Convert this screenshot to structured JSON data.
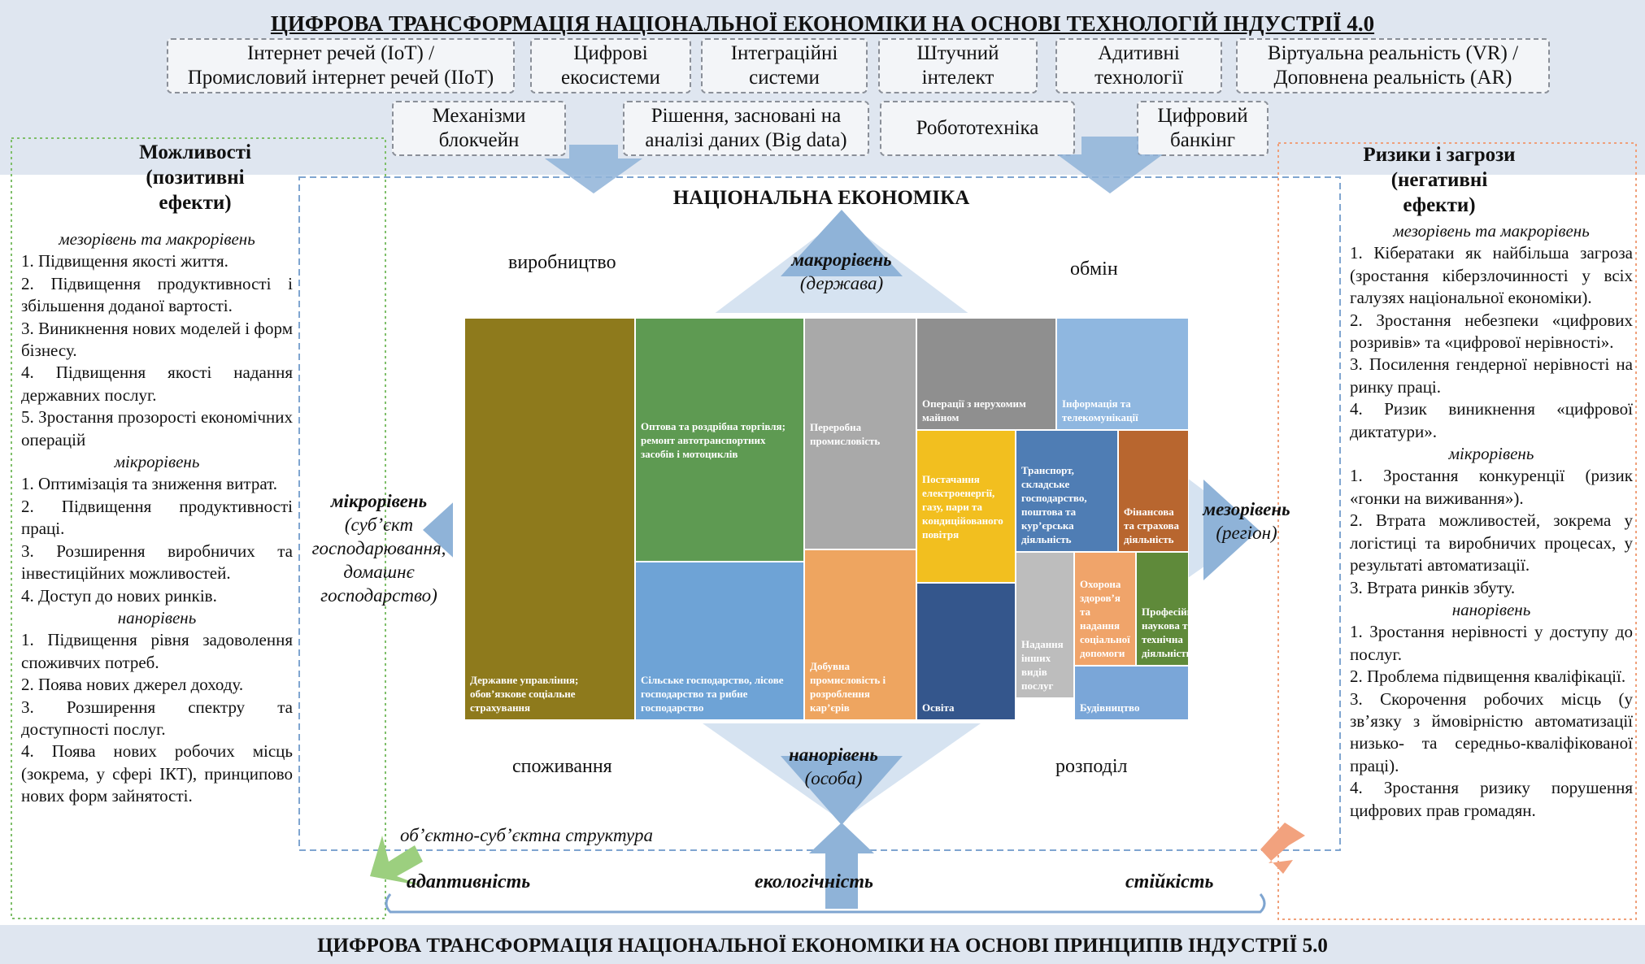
{
  "title_top": "ЦИФРОВА ТРАНСФОРМАЦІЯ НАЦІОНАЛЬНОЇ ЕКОНОМІКИ НА ОСНОВІ ТЕХНОЛОГІЙ ІНДУСТРІЇ 4.0",
  "title_bottom": "ЦИФРОВА ТРАНСФОРМАЦІЯ НАЦІОНАЛЬНОЇ ЕКОНОМІКИ НА ОСНОВІ ПРИНЦИПІВ ІНДУСТРІЇ 5.0",
  "technologies": {
    "iot": "Інтернет речей (IoT) /\nПромисловий інтернет речей (IIoT)",
    "ecosystems": "Цифрові\nекосистеми",
    "integration": "Інтеграційні\nсистеми",
    "ai": "Штучний\nінтелект",
    "additive": "Адитивні\nтехнології",
    "vr_ar": "Віртуальна реальність (VR) /\nДоповнена реальність (AR)",
    "blockchain": "Механізми\nблокчейн",
    "bigdata": "Рішення, засновані на\nаналізі даних (Big data)",
    "robotics": "Робототехніка",
    "banking": "Цифровий\nбанкінг"
  },
  "opportunities": {
    "title": "Можливості\n(позитивні\nефекти)",
    "level_meso_macro": "мезорівень та макрорівень",
    "meso_macro_items": [
      "1. Підвищення якості життя.",
      "2. Підвищення продуктивності і збільшення доданої вартості.",
      "3. Виникнення нових моделей і форм бізнесу.",
      "4. Підвищення якості надання державних послуг.",
      "5. Зростання прозорості економічних операцій"
    ],
    "level_micro": "мікрорівень",
    "micro_items": [
      "1. Оптимізація та зниження витрат.",
      "2. Підвищення продуктивності праці.",
      "3. Розширення виробничих та інвестиційних можливостей.",
      "4. Доступ до нових ринків."
    ],
    "level_nano": "нанорівень",
    "nano_items": [
      "1. Підвищення рівня задоволення споживчих потреб.",
      "2. Поява нових джерел доходу.",
      "3. Розширення спектру та доступності послуг.",
      "4. Поява нових робочих місць (зокрема, у сфері ІКТ), принципово нових форм зайнятості."
    ]
  },
  "risks": {
    "title": "Ризики і загрози\n(негативні\nефекти)",
    "level_meso_macro": "мезорівень та макрорівень",
    "meso_macro_items": [
      "1. Кібератаки як найбільша загроза (зростання кіберзлочинності у всіх галузях національної економіки).",
      "2. Зростання небезпеки «цифрових розривів» та «цифрової нерівності».",
      "3. Посилення гендерної нерівності на ринку праці.",
      "4. Ризик виникнення «цифрової диктатури»."
    ],
    "level_micro": "мікрорівень",
    "micro_items": [
      "1. Зростання конкуренції (ризик «гонки на виживання»).",
      "2. Втрата можливостей, зокрема у логістиці та виробничих процесах, у результаті автоматизації.",
      "3. Втрата ринків збуту."
    ],
    "level_nano": "нанорівень",
    "nano_items": [
      "1. Зростання нерівності у доступу до послуг.",
      "2. Проблема підвищення кваліфікації.",
      "3. Скорочення робочих місць (у зв’язку з ймовірністю автоматизації низько- та середньо-кваліфікованої праці).",
      "4. Зростання ризику порушення цифрових прав громадян."
    ]
  },
  "center": {
    "title": "НАЦІОНАЛЬНА ЕКОНОМІКА",
    "production": "виробництво",
    "exchange": "обмін",
    "consumption": "споживання",
    "distribution": "розподіл",
    "macro": "макрорівень",
    "macro_sub": "(держава)",
    "micro": "мікрорівень",
    "micro_sub": "(суб’єкт\nгосподарювання,\nдомашнє\nгосподарство)",
    "meso": "мезорівень",
    "meso_sub": "(регіон)",
    "nano": "нанорівень",
    "nano_sub": "(особа)",
    "structure": "об’єктно-суб’єктна структура"
  },
  "treemap": [
    {
      "label": "Державне управління; обов’язкове соціальне страхування",
      "color": "#8e7a1c"
    },
    {
      "label": "Оптова та роздрібна торгівля; ремонт автотранспортних засобів і мотоциклів",
      "color": "#5e9a52"
    },
    {
      "label": "Сільське господарство, лісове господарство та рибне господарство",
      "color": "#6ea3d6"
    },
    {
      "label": "Переробна промисловість",
      "color": "#a9a9a9"
    },
    {
      "label": "Добувна промисловість і розроблення кар’єрів",
      "color": "#eea560"
    },
    {
      "label": "Операції з нерухомим майном",
      "color": "#8f8f8f"
    },
    {
      "label": "Інформація та телекомунікації",
      "color": "#8fb7e0"
    },
    {
      "label": "Постачання електроенергії, газу, пари та кондиційованого повітря",
      "color": "#f2bf1f"
    },
    {
      "label": "Транспорт, складське господарство, поштова та кур’єрська діяльність",
      "color": "#4f7db4"
    },
    {
      "label": "Фінансова та страхова діяльність",
      "color": "#b8662f"
    },
    {
      "label": "Освіта",
      "color": "#34568c"
    },
    {
      "label": "Надання інших видів послуг",
      "color": "#bdbdbd"
    },
    {
      "label": "Охорона здоров’я та надання соціальної допомоги",
      "color": "#f0a46a"
    },
    {
      "label": "Професійна, наукова та технічна діяльність",
      "color": "#5f8a3a"
    },
    {
      "label": "Будівництво",
      "color": "#7aa6d8"
    }
  ],
  "bottom_principles": {
    "adaptivity": "адаптивність",
    "ecology": "екологічність",
    "sustainability": "стійкість"
  },
  "colors": {
    "band": "#dfe6f0",
    "arrow_blue": "#8fb3d8",
    "green_dotted": "#7fbf6a",
    "orange_dotted": "#f0a07a",
    "risk_arrow": "#f2a27e",
    "opp_arrow": "#9ccf7f"
  }
}
